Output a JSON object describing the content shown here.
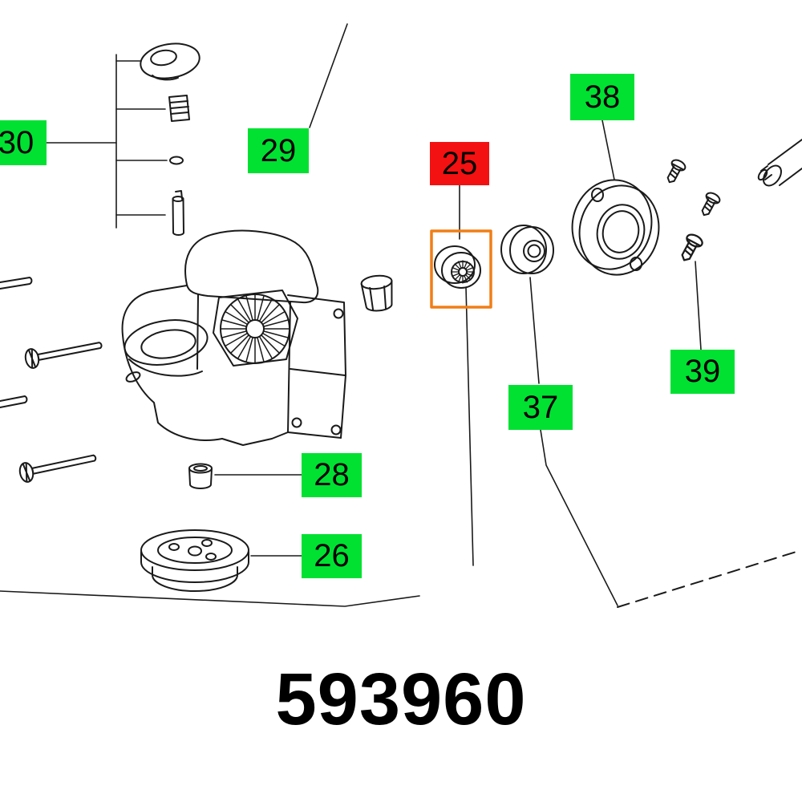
{
  "diagram": {
    "part_number": "593960",
    "selected_callout": "25",
    "callouts": [
      {
        "label": "30",
        "style": "green"
      },
      {
        "label": "29",
        "style": "green"
      },
      {
        "label": "25",
        "style": "red",
        "highlighted": true
      },
      {
        "label": "38",
        "style": "green"
      },
      {
        "label": "37",
        "style": "green"
      },
      {
        "label": "39",
        "style": "green"
      },
      {
        "label": "28",
        "style": "green"
      },
      {
        "label": "26",
        "style": "green"
      }
    ],
    "colors": {
      "callout_green": "#00e132",
      "callout_red": "#f31111",
      "highlight_orange": "#f07e16",
      "line_black": "#1a1a1a",
      "background": "#ffffff"
    }
  }
}
